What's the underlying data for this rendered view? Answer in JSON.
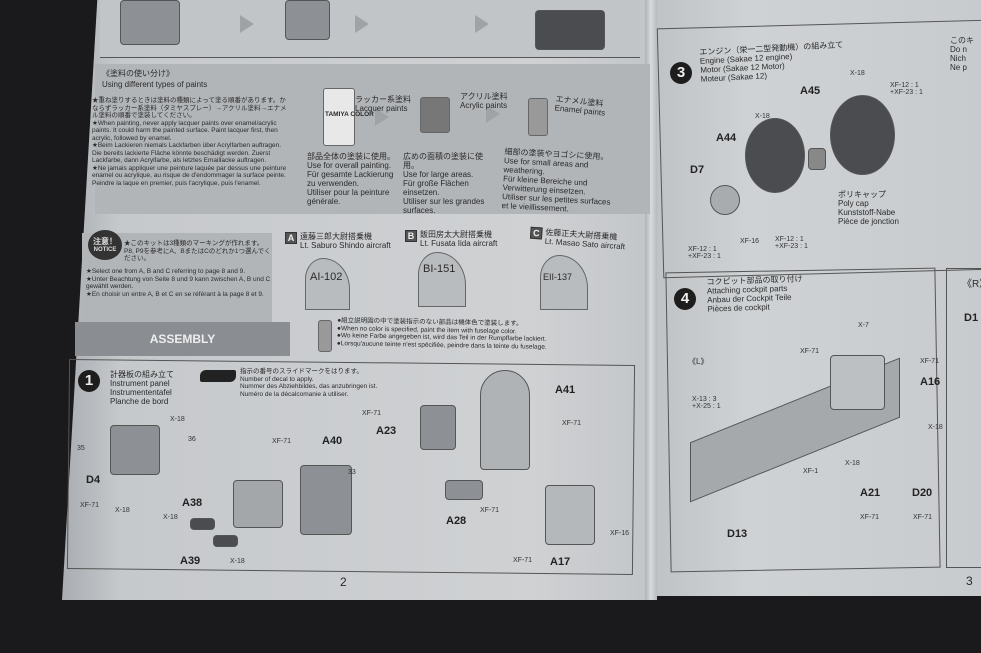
{
  "left_page": {
    "paints": {
      "title_ja": "《塗料の使い分け》",
      "title_en": "Using different types of paints",
      "notes": [
        "★重ね塗りするときは塗料の種類によって塗る順番があります。かならずラッカー系塗料（タミヤスプレー）→アクリル塗料→エナメル塗料の順番で塗装してください。",
        "★When painting, never apply lacquer paints over enamel/acrylic paints. It could harm the painted surface. Paint lacquer first, then acrylic, followed by enamel.",
        "★Beim Lackieren niemals Lackfarben über Acrylfarben auftragen. Die bereits lackierte Fläche könnte beschädigt werden. Zuerst Lackfarbe, dann Acrylfarbe, als letztes Emaillacke auftragen.",
        "★Ne jamais appliquer une peinture laquée par dessus une peinture enamel ou acrylique, au risque de d'endommager la surface peinte. Peindre la laque en premier, puis l'acrylique, puis l'enamel."
      ],
      "types": [
        {
          "name_ja": "ラッカー系塗料",
          "name_en": "Lacquer paints",
          "desc": [
            "部品全体の塗装に使用。",
            "Use for overall painting.",
            "Für gesamte Lackierung zu verwenden.",
            "Utiliser pour la peinture générale."
          ],
          "bottle_text": "TAMIYA COLOR"
        },
        {
          "name_ja": "アクリル塗料",
          "name_en": "Acrylic paints",
          "desc": [
            "広めの面積の塗装に使用。",
            "Use for large areas.",
            "Für große Flächen einsetzen.",
            "Utiliser sur les grandes surfaces."
          ]
        },
        {
          "name_ja": "エナメル塗料",
          "name_en": "Enamel paints",
          "desc": [
            "細部の塗装やヨゴシに使用。",
            "Use for small areas and weathering.",
            "Für kleine Bereiche und Verwitterung einsetzen.",
            "Utiliser sur les petites surfaces et le vieillissement."
          ]
        }
      ]
    },
    "notice": {
      "badge_ja": "注意！",
      "badge_en": "NOTICE",
      "lines": [
        "★このキットは3種類のマーキングが作れます。P8, P9を参考にA、BまたはCのどれか1つ選んでください。",
        "★Select one from A, B and C referring to page 8 and 9.",
        "★Unter Beachtung von Seite 8 und 9 kann zwischen A, B und C gewählt werden.",
        "★En choisir un entre A, B et C en se référant à la page 8 et 9."
      ]
    },
    "markings": [
      {
        "letter": "A",
        "name_ja": "遠藤三郎大尉搭乗機",
        "name_en": "Lt. Saburo Shindo aircraft",
        "code": "AI-102"
      },
      {
        "letter": "B",
        "name_ja": "飯田房太大尉搭乗機",
        "name_en": "Lt. Fusata Iida aircraft",
        "code": "BI-151"
      },
      {
        "letter": "C",
        "name_ja": "佐藤正夫大尉搭乗機",
        "name_en": "Lt. Masao Sato aircraft",
        "code": "EII-137"
      }
    ],
    "assembly": {
      "title": "ASSEMBLY",
      "notes": [
        "●組立説明図の中で塗装指示のない部品は機体色で塗装します。",
        "●When no color is specified, paint the item with fuselage color.",
        "●Wo keine Farbe angegeben ist, wird das Teil in der Rumpffarbe lackiert.",
        "●Lorsqu'aucune teinte n'est spécifiée, peindre dans la teinte du fuselage."
      ]
    },
    "step1": {
      "number": "1",
      "title_ja": "計器板の組み立て",
      "title_en": "Instrument panel",
      "title_de": "Instrumententafel",
      "title_fr": "Planche de bord",
      "decal_note": [
        "指示の番号のスライドマークをはります。",
        "Number of decal to apply.",
        "Nummer des Abziehbildes, das anzubringen ist.",
        "Numéro de la décalcomanie à utiliser."
      ],
      "labels": {
        "d4": "D4",
        "a38": "A38",
        "a39": "A39",
        "a40": "A40",
        "a41": "A41",
        "a23": "A23",
        "a28": "A28",
        "a17": "A17",
        "x18": "X-18",
        "xf71": "XF-71",
        "xf16": "XF-16",
        "decal35": "35",
        "decal36": "36",
        "decal33": "33"
      }
    },
    "page_number": "2"
  },
  "right_page": {
    "step3": {
      "number": "3",
      "title_ja": "エンジン（栄一二型発動機）の組み立て",
      "title_en": "Engine (Sakae 12 engine)",
      "title_de": "Motor (Sakae 12 Motor)",
      "title_fr": "Moteur (Sakae 12)",
      "labels": {
        "a45": "A45",
        "a44": "A44",
        "d7": "D7",
        "x18": "X-18",
        "xf16": "XF-16",
        "mix1": "XF-12 : 1",
        "mix2": "+XF-23 : 1"
      },
      "polycap": [
        "ポリキャップ",
        "Poly cap",
        "Kunststoff-Nabe",
        "Pièce de jonction"
      ]
    },
    "side_note": [
      "このキ",
      "Do n",
      "Nich",
      "Ne p"
    ],
    "step4": {
      "number": "4",
      "title_ja": "コクピット部品の取り付け",
      "title_en": "Attaching cockpit parts",
      "title_de": "Anbau der Cockpit Teile",
      "title_fr": "Pièces de cockpit",
      "view": "《L》",
      "labels": {
        "a16": "A16",
        "a21": "A21",
        "d20": "D20",
        "d13": "D13",
        "x7": "X-7",
        "xf71": "XF-71",
        "xf1": "XF-1",
        "x18": "X-18",
        "mix1": "X-13 : 3",
        "mix2": "+X-25 : 1"
      }
    },
    "side_panel": {
      "view": "《R》",
      "label": "D1"
    },
    "page_number": "3"
  }
}
